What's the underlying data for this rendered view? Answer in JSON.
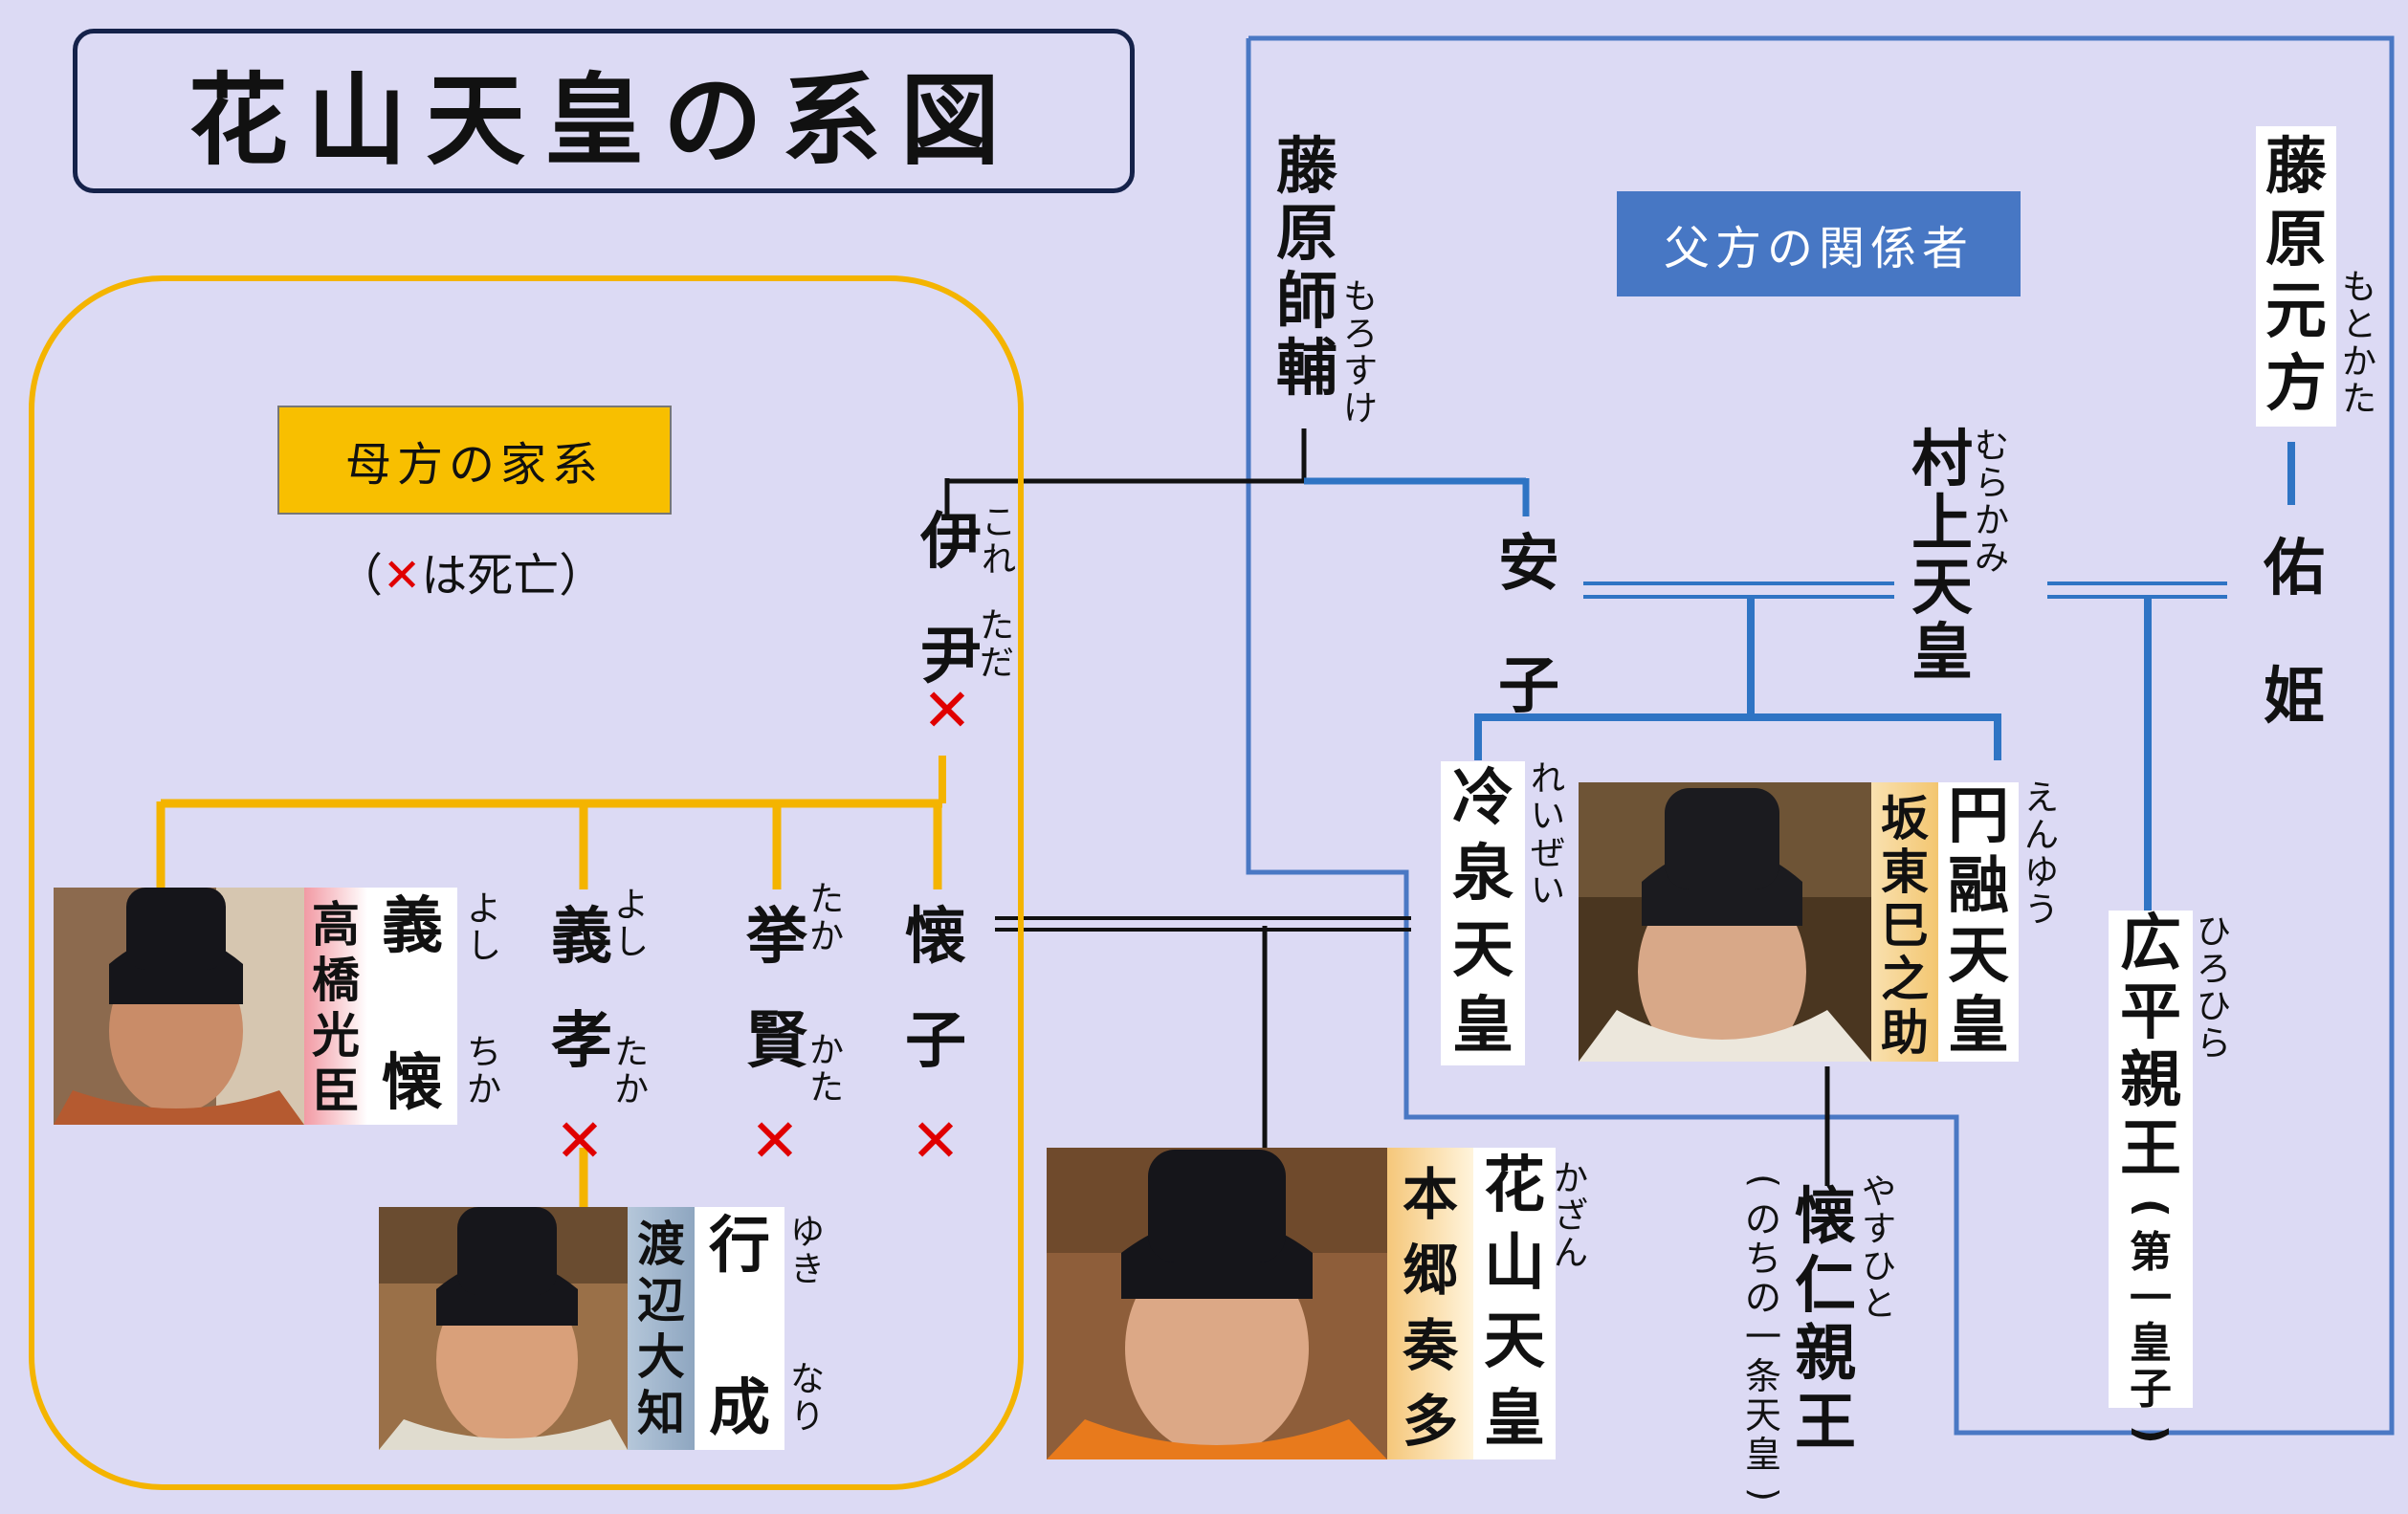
{
  "title": "花山天皇の系図",
  "labels": {
    "maternal": "母方の家系",
    "legend_open": "（",
    "legend_mark": "✕",
    "legend_rest": "は死亡）",
    "paternal": "父方の関係者"
  },
  "people": {
    "morosuke": {
      "name": "藤原師輔",
      "ruby": "もろすけ"
    },
    "motokata": {
      "name": "藤原元方",
      "ruby": "もとかた"
    },
    "koretada": {
      "name": "伊尹",
      "ruby_a": "これ",
      "ruby_b": "ただ",
      "dead_mark": "✕"
    },
    "anshi": {
      "name": "安子"
    },
    "murakami": {
      "name": "村上天皇",
      "ruby": "むらかみ"
    },
    "sukehime": {
      "name": "佑姫"
    },
    "reizei": {
      "name": "冷泉天皇",
      "ruby": "れいぜい"
    },
    "enyu": {
      "name": "円融天皇",
      "ruby": "えんゆう",
      "actor": "坂東巳之助"
    },
    "hirohira": {
      "name": "広平親王",
      "ruby": "ひろひら",
      "note": "(第一皇子)"
    },
    "yoshichika": {
      "name": "義懐",
      "ruby_a": "よし",
      "ruby_b": "ちか",
      "actor": "高橋光臣"
    },
    "yoshitaka": {
      "name": "義孝",
      "ruby_a": "よし",
      "ruby_b": "たか",
      "dead_mark": "✕"
    },
    "takakata": {
      "name": "挙賢",
      "ruby_a": "たか",
      "ruby_b": "かた",
      "dead_mark": "✕"
    },
    "kaishi": {
      "name": "懐子",
      "dead_mark": "✕"
    },
    "yukinari": {
      "name": "行成",
      "ruby_a": "ゆき",
      "ruby_b": "なり",
      "actor": "渡辺大知"
    },
    "kazan": {
      "name": "花山天皇",
      "ruby": "かざん",
      "actor": "本郷奏多"
    },
    "yasuhito": {
      "name": "懐仁親王",
      "ruby": "やすひと",
      "note": "(のちの一条天皇)"
    }
  },
  "colors": {
    "maternal": "#f4b400",
    "paternal": "#2f74c4",
    "frame": "#4a78c4",
    "death": "#e00000",
    "background": "#dcdaf4"
  }
}
